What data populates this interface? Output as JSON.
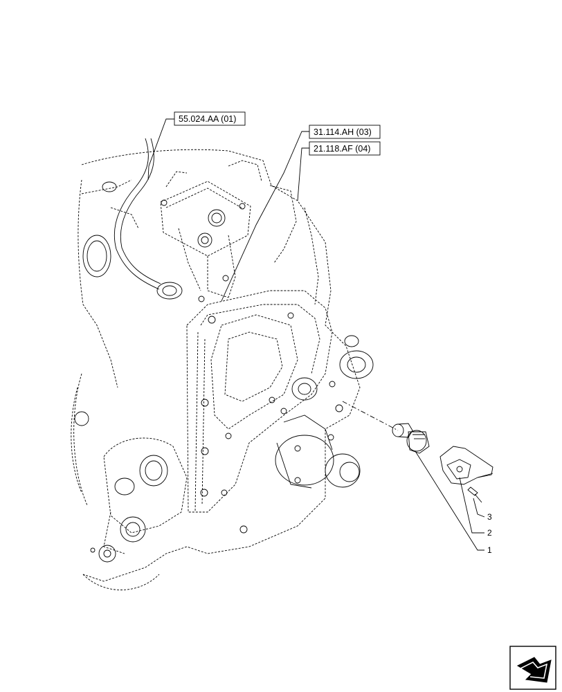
{
  "references": [
    {
      "id": "ref-55",
      "text": "55.024.AA (01)"
    },
    {
      "id": "ref-31",
      "text": "31.114.AH (03)"
    },
    {
      "id": "ref-21",
      "text": "21.118.AF (04)"
    }
  ],
  "callouts": [
    {
      "id": "callout-3",
      "text": "3"
    },
    {
      "id": "callout-2",
      "text": "2"
    },
    {
      "id": "callout-1",
      "text": "1"
    }
  ],
  "nav_icon": "next-page-arrow-icon"
}
